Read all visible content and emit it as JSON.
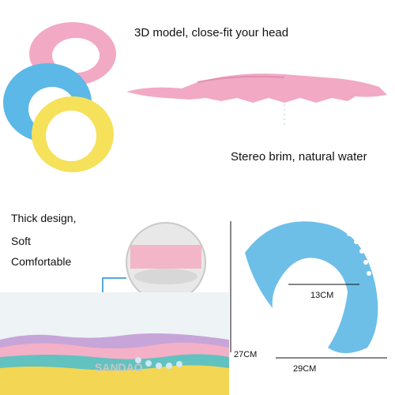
{
  "captions": {
    "top": "3D model,  close-fit your head",
    "middle": "Stereo brim, natural water",
    "thick": "Thick design,",
    "soft": "Soft",
    "comfortable": "Comfortable"
  },
  "dimensions": {
    "inner": "13CM",
    "height": "27CM",
    "width": "29CM"
  },
  "watermark": "SANDAO",
  "colors": {
    "pink": "#f2a9c4",
    "blue": "#5cb8e6",
    "yellow": "#f5e15a",
    "cap_blue_photo": "#6dbfe8"
  }
}
